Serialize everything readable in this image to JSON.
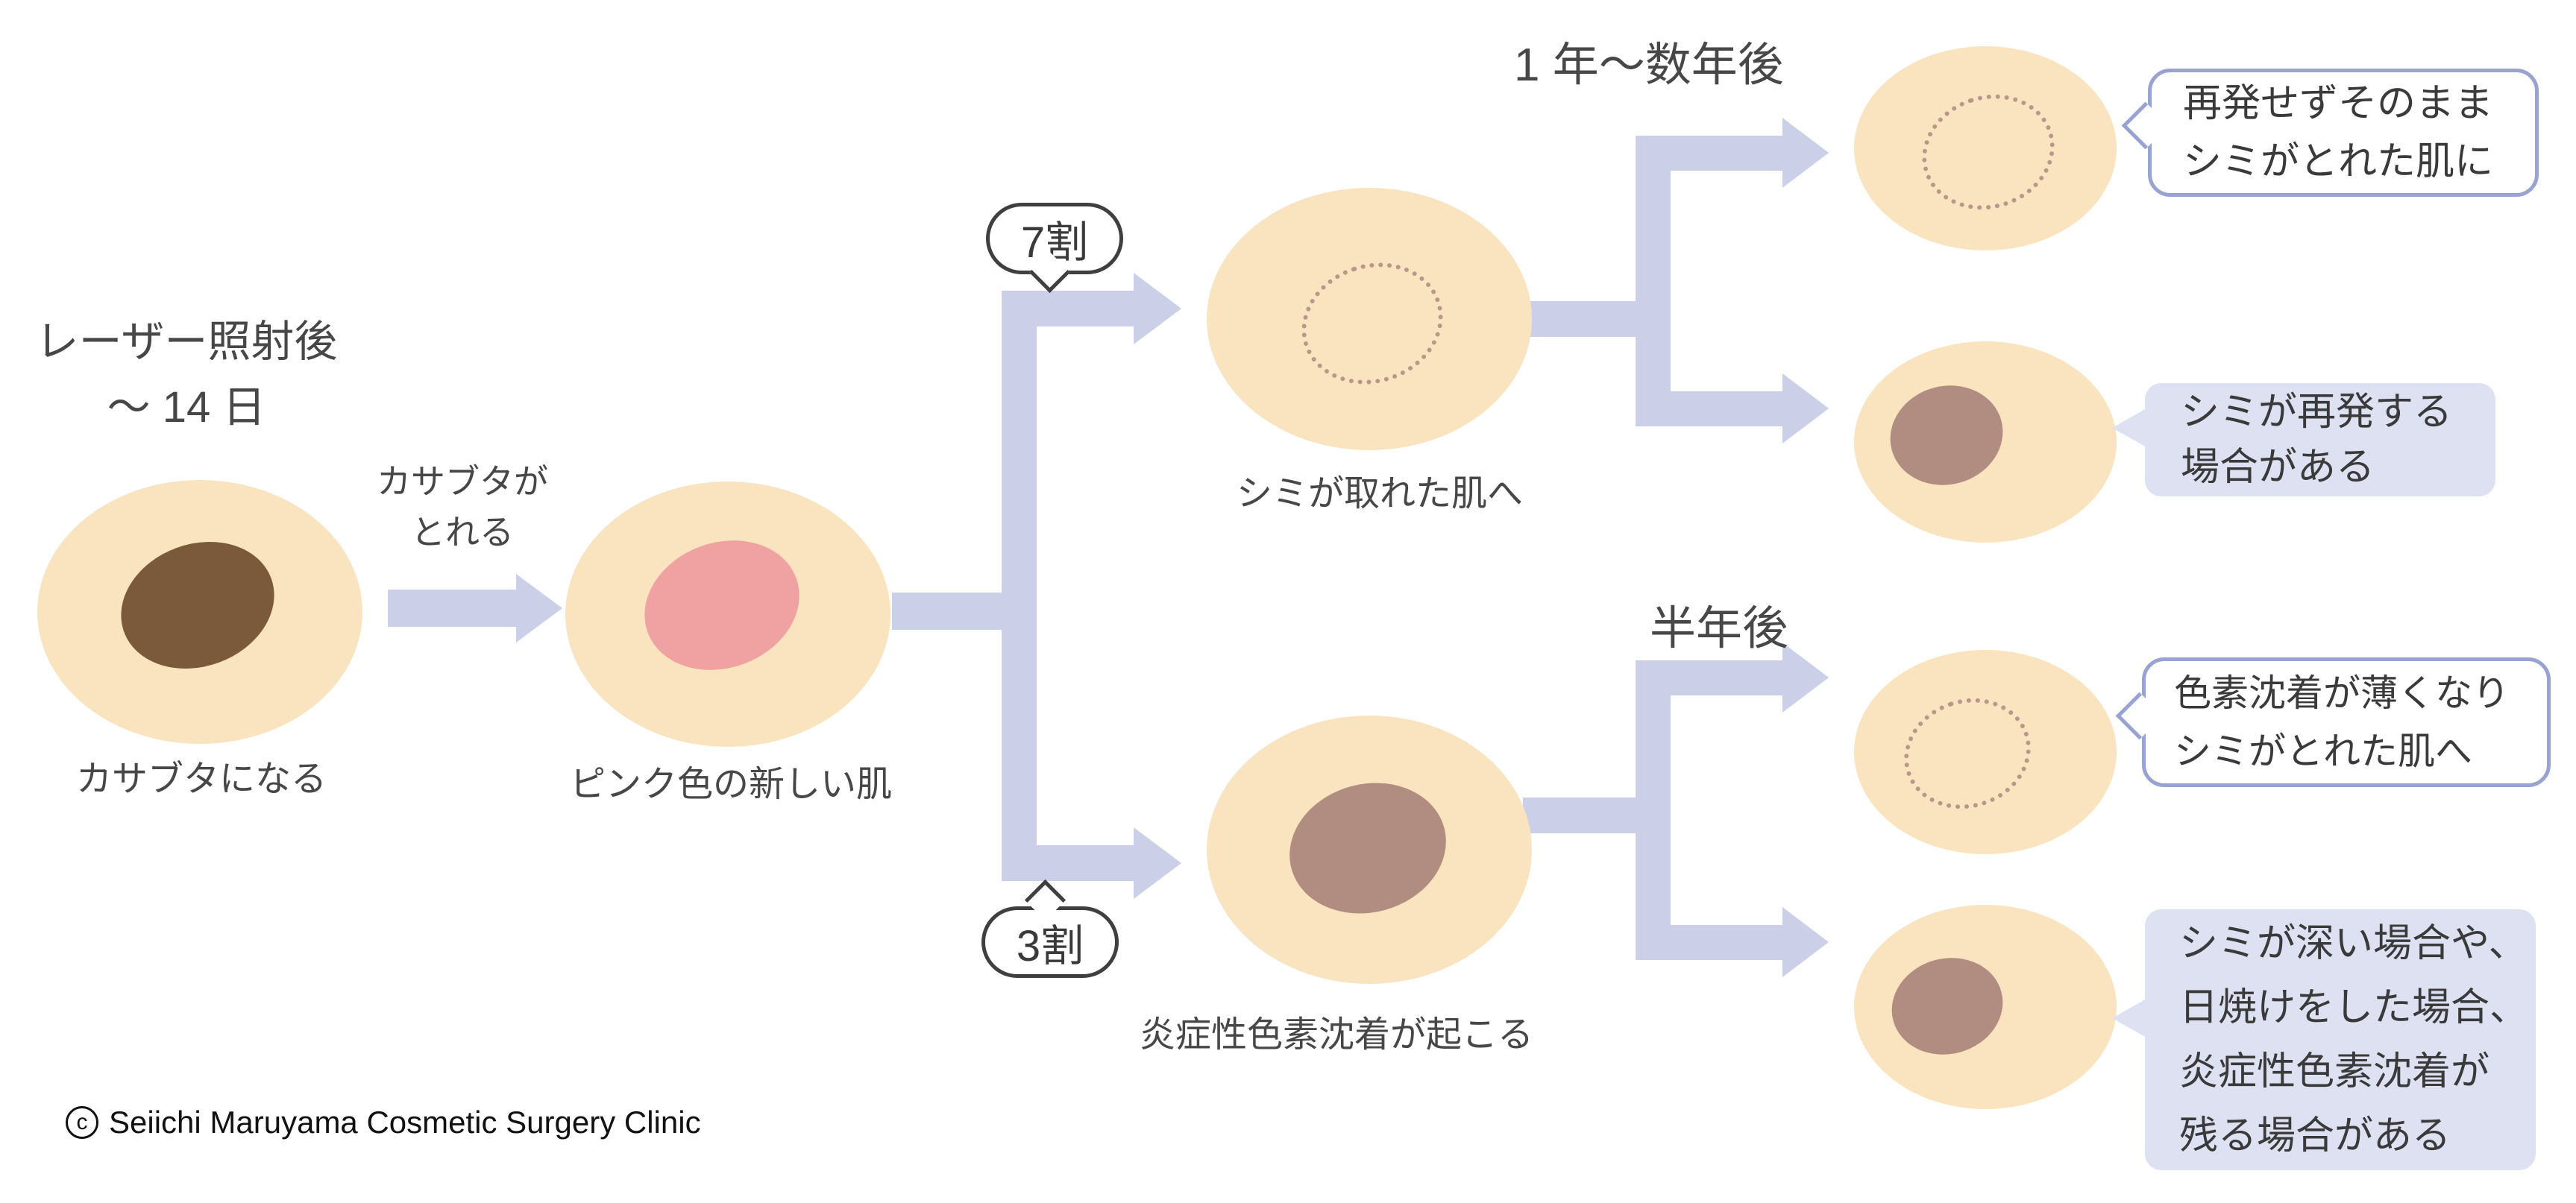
{
  "colors": {
    "skin": "#FAE4C0",
    "scab": "#7A5A3B",
    "pink": "#F0A2A2",
    "pigment": "#B18C80",
    "dotted": "#BA968B",
    "arrow": "#CBD0E8",
    "callout_fill": "#DEE1F1",
    "callout_border": "#99A3D2",
    "prob_border": "#3F3F3F",
    "text": "#474747"
  },
  "stage1": {
    "heading_line1": "レーザー照射後",
    "heading_line2": "～ 14 日",
    "label": "カサブタになる"
  },
  "transition": {
    "line1": "カサブタが",
    "line2": "とれる"
  },
  "stage2": {
    "label": "ピンク色の新しい肌"
  },
  "fork": {
    "top_probability": "7割",
    "bottom_probability": "3割"
  },
  "top_branch": {
    "heading": "1 年～数年後",
    "stage_label": "シミが取れた肌へ",
    "outcome_success": {
      "line1": "再発せずそのまま",
      "line2": "シミがとれた肌に"
    },
    "outcome_recur": {
      "line1": "シミが再発する",
      "line2": "場合がある"
    }
  },
  "bottom_branch": {
    "heading": "半年後",
    "stage_label": "炎症性色素沈着が起こる",
    "outcome_fade": {
      "line1": "色素沈着が薄くなり",
      "line2": "シミがとれた肌へ"
    },
    "outcome_remain": {
      "lines": [
        "シミが深い場合や、",
        "日焼けをした場合、",
        "炎症性色素沈着が",
        "残る場合がある"
      ]
    }
  },
  "footer": {
    "copyright_symbol": "c",
    "copyright_text": "Seiichi Maruyama Cosmetic Surgery Clinic"
  }
}
